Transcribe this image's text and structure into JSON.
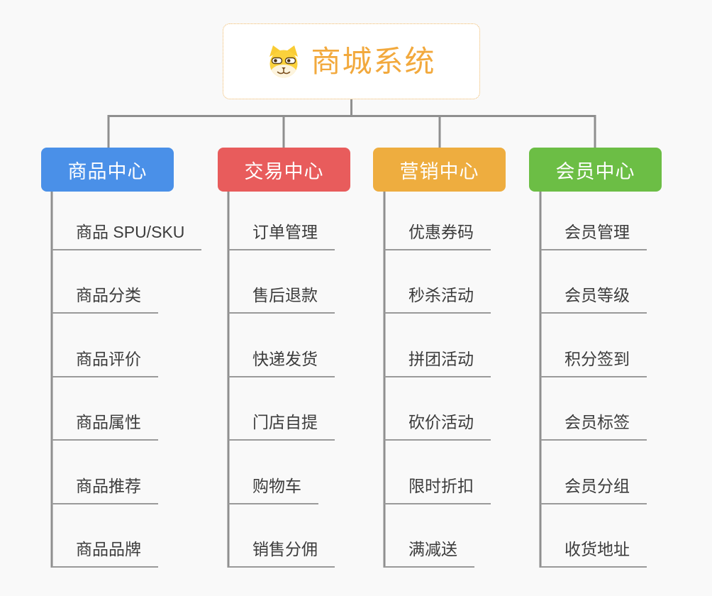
{
  "root": {
    "title": "商城系统",
    "icon": "dog-face-icon"
  },
  "branches": [
    {
      "label": "商品中心",
      "color": "#4A90E8",
      "items": [
        "商品 SPU/SKU",
        "商品分类",
        "商品评价",
        "商品属性",
        "商品推荐",
        "商品品牌"
      ]
    },
    {
      "label": "交易中心",
      "color": "#E85C5C",
      "items": [
        "订单管理",
        "售后退款",
        "快递发货",
        "门店自提",
        "购物车",
        "销售分佣"
      ]
    },
    {
      "label": "营销中心",
      "color": "#EEAD3F",
      "items": [
        "优惠券码",
        "秒杀活动",
        "拼团活动",
        "砍价活动",
        "限时折扣",
        "满减送"
      ]
    },
    {
      "label": "会员中心",
      "color": "#6CBE45",
      "items": [
        "会员管理",
        "会员等级",
        "积分签到",
        "会员标签",
        "会员分组",
        "收货地址"
      ]
    }
  ],
  "colors": {
    "background": "#F9F9F9",
    "connector": "#8F8F8F",
    "underline": "#9A9A9A",
    "item_text": "#3C3C3C",
    "root_text": "#F2A93D",
    "root_border": "#EFB765"
  }
}
